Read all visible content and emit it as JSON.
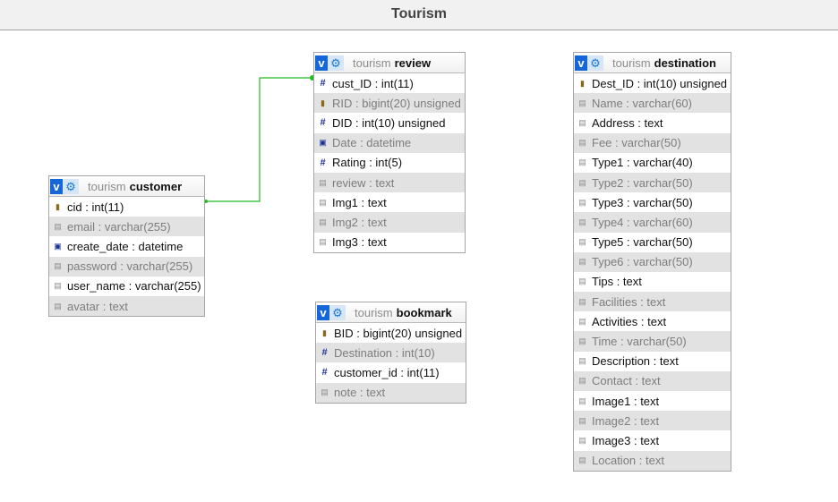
{
  "header": {
    "title": "Tourism"
  },
  "buttons": {
    "v": "v",
    "gear": "⚙"
  },
  "tables": {
    "customer": {
      "db": "tourism",
      "name": "customer",
      "columns": [
        {
          "text": "cid : int(11)",
          "icon": "key"
        },
        {
          "text": "email : varchar(255)",
          "icon": "str"
        },
        {
          "text": "create_date : datetime",
          "icon": "date"
        },
        {
          "text": "password : varchar(255)",
          "icon": "str"
        },
        {
          "text": "user_name : varchar(255)",
          "icon": "str"
        },
        {
          "text": "avatar : text",
          "icon": "str"
        }
      ]
    },
    "review": {
      "db": "tourism",
      "name": "review",
      "columns": [
        {
          "text": "cust_ID : int(11)",
          "icon": "num"
        },
        {
          "text": "RID : bigint(20) unsigned",
          "icon": "key"
        },
        {
          "text": "DID : int(10) unsigned",
          "icon": "num"
        },
        {
          "text": "Date : datetime",
          "icon": "date"
        },
        {
          "text": "Rating : int(5)",
          "icon": "num"
        },
        {
          "text": "review : text",
          "icon": "str"
        },
        {
          "text": "Img1 : text",
          "icon": "str"
        },
        {
          "text": "Img2 : text",
          "icon": "str"
        },
        {
          "text": "Img3 : text",
          "icon": "str"
        }
      ]
    },
    "bookmark": {
      "db": "tourism",
      "name": "bookmark",
      "columns": [
        {
          "text": "BID : bigint(20) unsigned",
          "icon": "key"
        },
        {
          "text": "Destination : int(10)",
          "icon": "num"
        },
        {
          "text": "customer_id : int(11)",
          "icon": "num"
        },
        {
          "text": "note : text",
          "icon": "str"
        }
      ]
    },
    "destination": {
      "db": "tourism",
      "name": "destination",
      "columns": [
        {
          "text": "Dest_ID : int(10) unsigned",
          "icon": "key"
        },
        {
          "text": "Name : varchar(60)",
          "icon": "str"
        },
        {
          "text": "Address : text",
          "icon": "str"
        },
        {
          "text": "Fee : varchar(50)",
          "icon": "str"
        },
        {
          "text": "Type1 : varchar(40)",
          "icon": "str"
        },
        {
          "text": "Type2 : varchar(50)",
          "icon": "str"
        },
        {
          "text": "Type3 : varchar(50)",
          "icon": "str"
        },
        {
          "text": "Type4 : varchar(60)",
          "icon": "str"
        },
        {
          "text": "Type5 : varchar(50)",
          "icon": "str"
        },
        {
          "text": "Type6 : varchar(50)",
          "icon": "str"
        },
        {
          "text": "Tips : text",
          "icon": "str"
        },
        {
          "text": "Facilities : text",
          "icon": "str"
        },
        {
          "text": "Activities : text",
          "icon": "str"
        },
        {
          "text": "Time : varchar(50)",
          "icon": "str"
        },
        {
          "text": "Description : text",
          "icon": "str"
        },
        {
          "text": "Contact : text",
          "icon": "str"
        },
        {
          "text": "Image1 : text",
          "icon": "str"
        },
        {
          "text": "Image2 : text",
          "icon": "str"
        },
        {
          "text": "Image3 : text",
          "icon": "str"
        },
        {
          "text": "Location : text",
          "icon": "str"
        }
      ]
    }
  },
  "colors": {
    "relation_line": "#22bb22"
  }
}
